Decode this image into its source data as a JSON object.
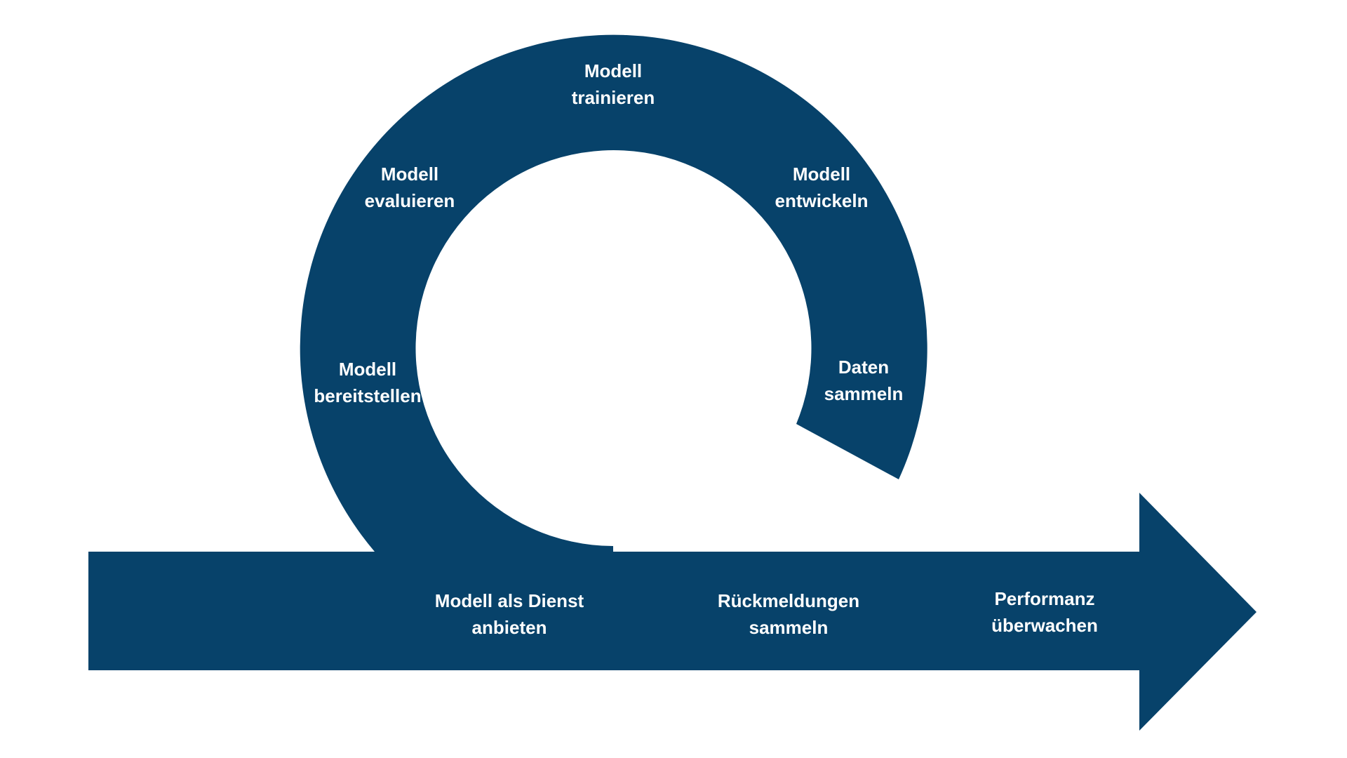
{
  "colors": {
    "shape": "#07426A",
    "text": "#FFFFFF",
    "background": "#FFFFFF"
  },
  "loop_steps": [
    {
      "line1": "Modell",
      "line2": "trainieren"
    },
    {
      "line1": "Modell",
      "line2": "evaluieren"
    },
    {
      "line1": "Modell",
      "line2": "entwickeln"
    },
    {
      "line1": "Modell",
      "line2": "bereitstellen"
    },
    {
      "line1": "Daten",
      "line2": "sammeln"
    }
  ],
  "arrow_steps": [
    {
      "line1": "Modell als Dienst",
      "line2": "anbieten"
    },
    {
      "line1": "Rückmeldungen",
      "line2": "sammeln"
    },
    {
      "line1": "Performanz",
      "line2": "überwachen"
    }
  ]
}
